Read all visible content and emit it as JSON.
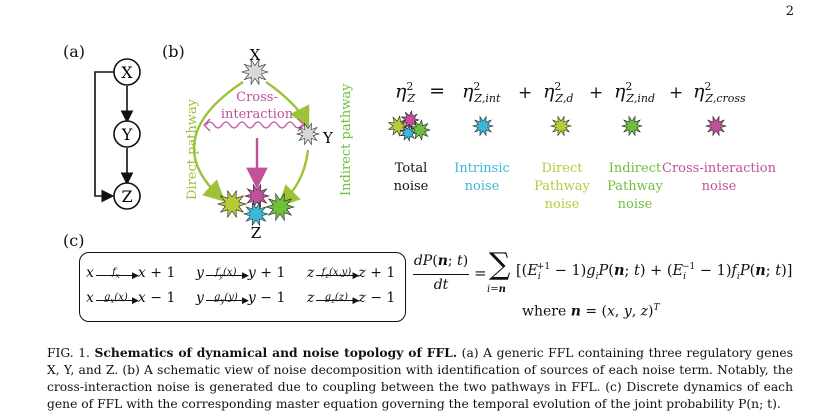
{
  "page_number": "2",
  "panel_labels": {
    "a": "(a)",
    "b": "(b)",
    "c": "(c)"
  },
  "panel_a": {
    "nodes": [
      "X",
      "Y",
      "Z"
    ]
  },
  "panel_b": {
    "nodes": [
      "X",
      "Y",
      "Z"
    ],
    "cross_interaction": "Cross-\ninteraction",
    "direct_pathway": "Direct pathway",
    "indirect_pathway": "Indirect pathway"
  },
  "colors": {
    "direct": "#b9c93a",
    "indirect": "#6fbf3e",
    "cross": "#c0519a",
    "intrinsic": "#3ab8d8",
    "arrow_green": "#9cc23a"
  },
  "decomposition": {
    "lhs": "η",
    "lhs_sup": "2",
    "lhs_sub": "Z",
    "equals": "=",
    "plus": "+",
    "terms": [
      {
        "base": "η",
        "sup": "2",
        "sub": "Z,int"
      },
      {
        "base": "η",
        "sup": "2",
        "sub": "Z,d"
      },
      {
        "base": "η",
        "sup": "2",
        "sub": "Z,ind"
      },
      {
        "base": "η",
        "sup": "2",
        "sub": "Z,cross"
      }
    ]
  },
  "noise_labels": {
    "total": "Total\nnoise",
    "intrinsic": "Intrinsic\nnoise",
    "direct": "Direct\nPathway\nnoise",
    "indirect": "Indirect\nPathway\nnoise",
    "cross": "Cross-interaction\nnoise"
  },
  "reactions": [
    {
      "from": "x",
      "rate": "f",
      "rate_sub": "x",
      "rate_arg": "",
      "to": "x + 1"
    },
    {
      "from": "x",
      "rate": "g",
      "rate_sub": "x",
      "rate_arg": "(x)",
      "to": "x − 1"
    },
    {
      "from": "y",
      "rate": "f",
      "rate_sub": "y",
      "rate_arg": "(x)",
      "to": "y + 1"
    },
    {
      "from": "y",
      "rate": "g",
      "rate_sub": "y",
      "rate_arg": "(y)",
      "to": "y − 1"
    },
    {
      "from": "z",
      "rate": "f",
      "rate_sub": "z",
      "rate_arg": "(x,y)",
      "to": "z + 1"
    },
    {
      "from": "z",
      "rate": "g",
      "rate_sub": "z",
      "rate_arg": "(z)",
      "to": "z − 1"
    }
  ],
  "master_equation": {
    "lhs_num": "dP(n; t)",
    "lhs_den": "dt",
    "sum_sub": "i=n",
    "rhs": "[(E",
    "where": "where n = (x, y, z)"
  },
  "caption": {
    "fig": "FIG. 1.",
    "title": "Schematics of dynamical and noise topology of FFL.",
    "body": " (a) A generic FFL containing three regulatory genes X, Y, and Z. (b) A schematic view of noise decomposition with identification of sources of each noise term. Notably, the cross-interaction noise is generated due to coupling between the two pathways in FFL. (c) Discrete dynamics of each gene of FFL with the corresponding master equation governing the temporal evolution of the joint probability P(n; t)."
  }
}
